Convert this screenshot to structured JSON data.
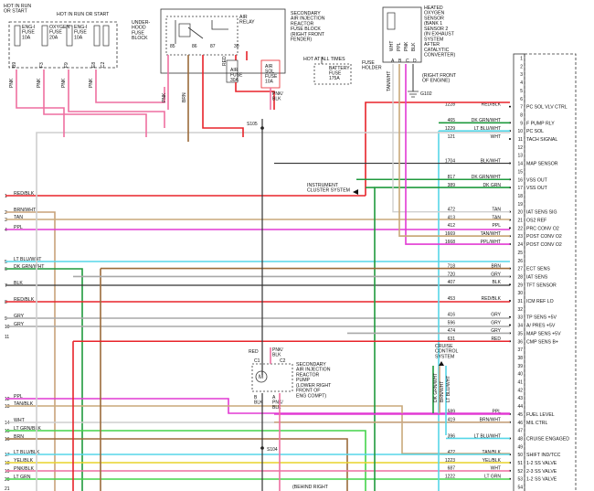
{
  "fuse_block": {
    "hot_run_start": "HOT IN RUN\nOR START",
    "hot_run_start2": "HOT IN RUN OR START",
    "title": "UNDER-\nHOOD\nFUSE\nBLOCK",
    "fuses": [
      {
        "name": "ENG-I\nFUSE\n10A",
        "wire": "B9",
        "color": "PNK"
      },
      {
        "name": "OXYGEN\nFUSE\n20A",
        "wire": "F3",
        "color": "PNK"
      },
      {
        "name": "ENG-I\nFUSE\n10A",
        "wire": "F9",
        "color": "PNK"
      },
      {
        "name": "",
        "wire": "E8",
        "color": "PNK"
      },
      {
        "name": "",
        "wire": "C2",
        "color": ""
      }
    ]
  },
  "air_relay": {
    "label": "AIR\nRELAY",
    "block_label": "SECONDARY\nAIR INJECTION\nREACTOR\nFUSE BLOCK\n(RIGHT FRONT\nFENDER)",
    "pins": [
      "85",
      "86",
      "87",
      "30"
    ],
    "air_fuse": "AIR\nFUSE\n30A",
    "air_sol_fuse": "AIR\nSOL\nFUSE\n10A",
    "splice": "S105"
  },
  "battery": {
    "hot_label": "HOT AT ALL TIMES",
    "fuse_label": "BATTERY\nFUSE\n175A",
    "holder": "FUSE\nHOLDER"
  },
  "o2_sensor": {
    "label": "HEATED\nOXYGEN\nSENSOR\n(BANK 1\nSENSOR 2\n(IN EXHAUST\nSYSTEM\nAFTER\nCATALYTIC\nCONVERTER)",
    "pins": [
      "A",
      "B",
      "C",
      "D"
    ],
    "wires": [
      "WHT",
      "PPL",
      "PNK",
      "BLK"
    ],
    "tan_wht": "TAN/WHT",
    "ground": "(RIGHT FRONT\nOF ENGINE)",
    "ground_id": "G102"
  },
  "ecm_pins": [
    {
      "num": "1",
      "circuit": "",
      "color": "",
      "label": ""
    },
    {
      "num": "2",
      "circuit": "",
      "color": "",
      "label": ""
    },
    {
      "num": "3",
      "circuit": "",
      "color": "",
      "label": ""
    },
    {
      "num": "4",
      "circuit": "",
      "color": "",
      "label": ""
    },
    {
      "num": "5",
      "circuit": "",
      "color": "",
      "label": ""
    },
    {
      "num": "6",
      "circuit": "",
      "color": "",
      "label": ""
    },
    {
      "num": "7",
      "circuit": "1228",
      "color": "RED/BLK",
      "label": "PC SOL VLV CTRL"
    },
    {
      "num": "8",
      "circuit": "",
      "color": "",
      "label": ""
    },
    {
      "num": "9",
      "circuit": "465",
      "color": "DK GRN/WHT",
      "label": "F PUMP RLY"
    },
    {
      "num": "10",
      "circuit": "1229",
      "color": "LT BLU/WHT",
      "label": "PC SOL"
    },
    {
      "num": "11",
      "circuit": "121",
      "color": "WHT",
      "label": "TACH SIGNAL"
    },
    {
      "num": "12",
      "circuit": "",
      "color": "",
      "label": ""
    },
    {
      "num": "13",
      "circuit": "",
      "color": "",
      "label": ""
    },
    {
      "num": "14",
      "circuit": "1704",
      "color": "BLK/WHT",
      "label": "MAP SENSOR"
    },
    {
      "num": "15",
      "circuit": "",
      "color": "",
      "label": ""
    },
    {
      "num": "16",
      "circuit": "817",
      "color": "DK GRN/WHT",
      "label": "VSS OUT"
    },
    {
      "num": "17",
      "circuit": "389",
      "color": "DK GRN",
      "label": "VSS OUT"
    },
    {
      "num": "18",
      "circuit": "",
      "color": "",
      "label": ""
    },
    {
      "num": "19",
      "circuit": "",
      "color": "",
      "label": ""
    },
    {
      "num": "20",
      "circuit": "472",
      "color": "TAN",
      "label": "IAT SENS SIG"
    },
    {
      "num": "21",
      "circuit": "413",
      "color": "TAN",
      "label": "OS2 REF"
    },
    {
      "num": "22",
      "circuit": "412",
      "color": "PPL",
      "label": "PRC CONV O2"
    },
    {
      "num": "23",
      "circuit": "1669",
      "color": "TAN/WHT",
      "label": "POST CONV O2"
    },
    {
      "num": "24",
      "circuit": "1668",
      "color": "PPL/WHT",
      "label": "POST CONV O2"
    },
    {
      "num": "25",
      "circuit": "",
      "color": "",
      "label": ""
    },
    {
      "num": "26",
      "circuit": "",
      "color": "",
      "label": ""
    },
    {
      "num": "27",
      "circuit": "718",
      "color": "BRN",
      "label": "ECT SENS"
    },
    {
      "num": "28",
      "circuit": "720",
      "color": "GRY",
      "label": "IAT SENS"
    },
    {
      "num": "29",
      "circuit": "407",
      "color": "BLK",
      "label": "TFT SENSOR"
    },
    {
      "num": "30",
      "circuit": "",
      "color": "",
      "label": ""
    },
    {
      "num": "31",
      "circuit": "453",
      "color": "RED/BLK",
      "label": "ICM REF LO"
    },
    {
      "num": "32",
      "circuit": "",
      "color": "",
      "label": ""
    },
    {
      "num": "33",
      "circuit": "416",
      "color": "GRY",
      "label": "TP SENS +5V"
    },
    {
      "num": "34",
      "circuit": "596",
      "color": "GRY",
      "label": "A/ PRES +5V"
    },
    {
      "num": "35",
      "circuit": "474",
      "color": "GRY",
      "label": "MAP SENS +5V"
    },
    {
      "num": "36",
      "circuit": "631",
      "color": "RED",
      "label": "CMP SENS B+"
    },
    {
      "num": "37",
      "circuit": "",
      "color": "",
      "label": ""
    },
    {
      "num": "38",
      "circuit": "",
      "color": "",
      "label": ""
    },
    {
      "num": "39",
      "circuit": "",
      "color": "",
      "label": ""
    },
    {
      "num": "40",
      "circuit": "",
      "color": "",
      "label": ""
    },
    {
      "num": "41",
      "circuit": "",
      "color": "",
      "label": ""
    },
    {
      "num": "42",
      "circuit": "",
      "color": "",
      "label": ""
    },
    {
      "num": "43",
      "circuit": "",
      "color": "",
      "label": ""
    },
    {
      "num": "44",
      "circuit": "",
      "color": "",
      "label": ""
    },
    {
      "num": "45",
      "circuit": "1589",
      "color": "PPL",
      "label": "FUEL LEVEL"
    },
    {
      "num": "46",
      "circuit": "419",
      "color": "BRN/WHT",
      "label": "MIL CTRL"
    },
    {
      "num": "47",
      "circuit": "",
      "color": "",
      "label": ""
    },
    {
      "num": "48",
      "circuit": "396",
      "color": "LT BLU/WHT",
      "label": "CRUISE ENGAGED"
    },
    {
      "num": "49",
      "circuit": "",
      "color": "",
      "label": ""
    },
    {
      "num": "50",
      "circuit": "422",
      "color": "TAN/BLK",
      "label": "SHIFT IND/TCC"
    },
    {
      "num": "51",
      "circuit": "1223",
      "color": "YEL/BLK",
      "label": "1-2 SS VALVE"
    },
    {
      "num": "52",
      "circuit": "687",
      "color": "WHT",
      "label": "2-3 SS VALVE"
    },
    {
      "num": "53",
      "circuit": "1222",
      "color": "LT GRN",
      "label": "1-2 SS VALVE"
    },
    {
      "num": "54",
      "circuit": "",
      "color": "",
      "label": ""
    }
  ],
  "left_connector": [
    {
      "num": "1",
      "color": "RED/BLK"
    },
    {
      "num": "2",
      "color": "BRN/WHT"
    },
    {
      "num": "3",
      "color": "TAN"
    },
    {
      "num": "4",
      "color": "PPL"
    },
    {
      "num": "5",
      "color": "LT BLU/WHT"
    },
    {
      "num": "6",
      "color": "DK GRN/WHT"
    },
    {
      "num": "7",
      "color": "BLK"
    },
    {
      "num": "8",
      "color": "RED/BLK"
    },
    {
      "num": "9",
      "color": "GRY"
    },
    {
      "num": "10",
      "color": "GRY"
    },
    {
      "num": "11",
      "color": ""
    },
    {
      "num": "12",
      "color": "PPL"
    },
    {
      "num": "13",
      "color": "TAN/BLK"
    },
    {
      "num": "14",
      "color": "WHT"
    },
    {
      "num": "15",
      "color": "LT GRN/BLK"
    },
    {
      "num": "16",
      "color": "BRN"
    },
    {
      "num": "17",
      "color": "LT BLU/BLK"
    },
    {
      "num": "18",
      "color": "YEL/BLK"
    },
    {
      "num": "19",
      "color": "PNK/BLK"
    },
    {
      "num": "20",
      "color": "LT GRN"
    },
    {
      "num": "21",
      "color": ""
    }
  ],
  "other": {
    "instrument_cluster": "INSTRUMENT\nCLUSTER SYSTEM",
    "cruise": "CRUISE\nCONTROL\nSYSTEM",
    "cruise_wires": [
      "DK GRN/WHT",
      "BRN/WHT",
      "LT BLU/WHT"
    ],
    "pump_label": "SECONDARY\nAIR INJECTION\nREACTOR\nPUMP\n(LOWER RIGHT\nFRONT OF\nENG COMPT)",
    "pump_pins": [
      "C1",
      "C2",
      "B",
      "A"
    ],
    "pump_wire_top": [
      "RED",
      "PNK/\nBLK"
    ],
    "pump_wire_bot": [
      "B\nBLK",
      "A\nPNK/\nBLK"
    ],
    "s104": "S104",
    "behind_right": "(BEHIND RIGHT",
    "wire_labels": {
      "pnk": "PNK",
      "brn": "BRN",
      "blk": "BLK",
      "red": "RED",
      "pnk_blk": "PNK/\nBLK"
    }
  }
}
